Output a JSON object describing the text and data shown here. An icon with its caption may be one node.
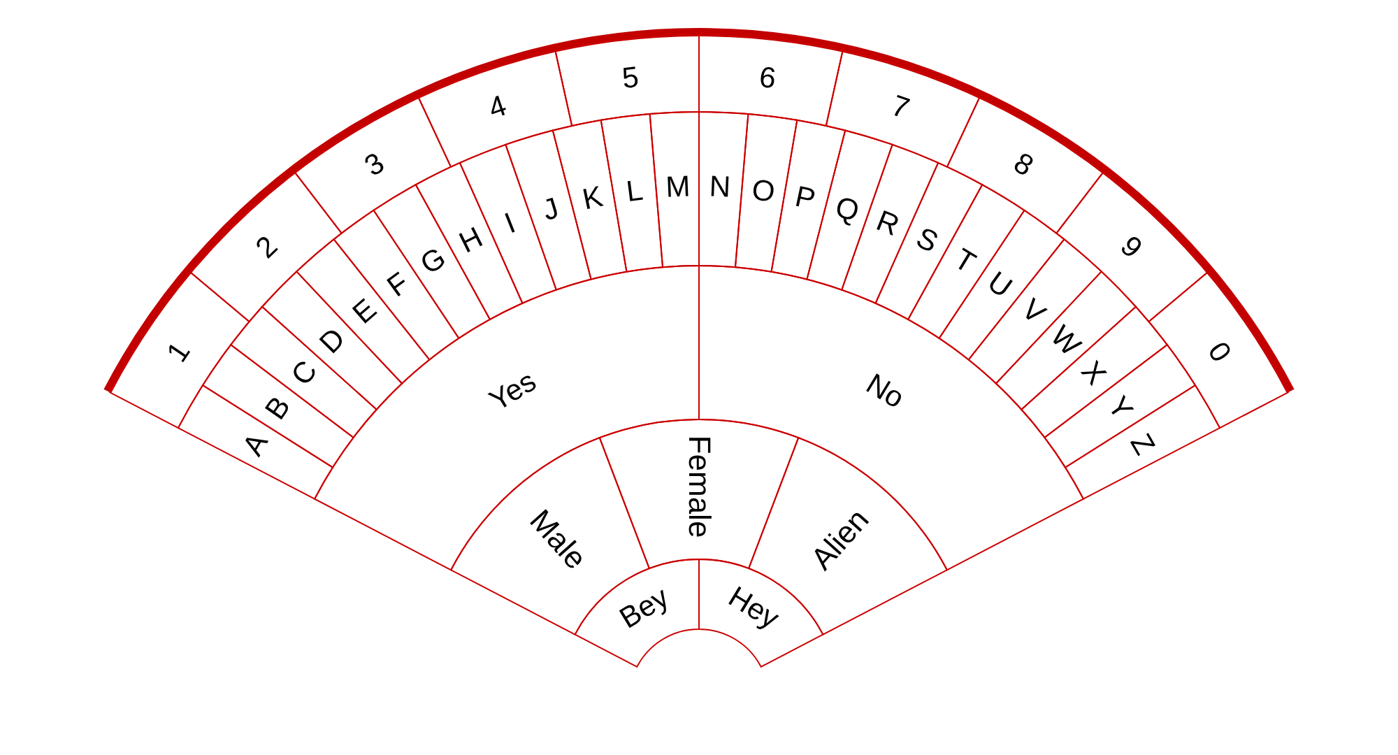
{
  "diagram": {
    "nodes": [
      {
        "text": [
          "1"
        ]
      },
      {
        "text": [
          "2"
        ]
      },
      {
        "text": [
          "3"
        ]
      },
      {
        "text": [
          "4"
        ]
      },
      {
        "text": [
          "5"
        ]
      },
      {
        "text": [
          "6"
        ]
      },
      {
        "text": [
          "7"
        ]
      },
      {
        "text": [
          "8"
        ]
      },
      {
        "text": [
          "9"
        ]
      },
      {
        "text": [
          "0"
        ]
      },
      {
        "text": [
          "A"
        ]
      },
      {
        "text": [
          "B"
        ]
      },
      {
        "text": [
          "C"
        ]
      },
      {
        "text": [
          "D"
        ]
      },
      {
        "text": [
          "E"
        ]
      },
      {
        "text": [
          "F"
        ]
      },
      {
        "text": [
          "G"
        ]
      },
      {
        "text": [
          "H"
        ]
      },
      {
        "text": [
          "I"
        ]
      },
      {
        "text": [
          "J"
        ]
      },
      {
        "text": [
          "K"
        ]
      },
      {
        "text": [
          "L"
        ]
      },
      {
        "text": [
          "M"
        ]
      },
      {
        "text": [
          "N"
        ]
      },
      {
        "text": [
          "O"
        ]
      },
      {
        "text": [
          "P"
        ]
      },
      {
        "text": [
          "Q"
        ]
      },
      {
        "text": [
          "R"
        ]
      },
      {
        "text": [
          "S"
        ]
      },
      {
        "text": [
          "T"
        ]
      },
      {
        "text": [
          "U"
        ]
      },
      {
        "text": [
          "V"
        ]
      },
      {
        "text": [
          "W"
        ]
      },
      {
        "text": [
          "X"
        ]
      },
      {
        "text": [
          "Y"
        ]
      },
      {
        "text": [
          "Z"
        ]
      },
      {
        "text": [
          "Yes"
        ]
      },
      {
        "text": [
          "No"
        ]
      },
      {
        "text": [
          "Male"
        ]
      },
      {
        "text": [
          "Female"
        ]
      },
      {
        "text": [
          "Alien"
        ]
      },
      {
        "text": [
          "Bey"
        ]
      },
      {
        "text": [
          "Hey"
        ]
      }
    ]
  }
}
